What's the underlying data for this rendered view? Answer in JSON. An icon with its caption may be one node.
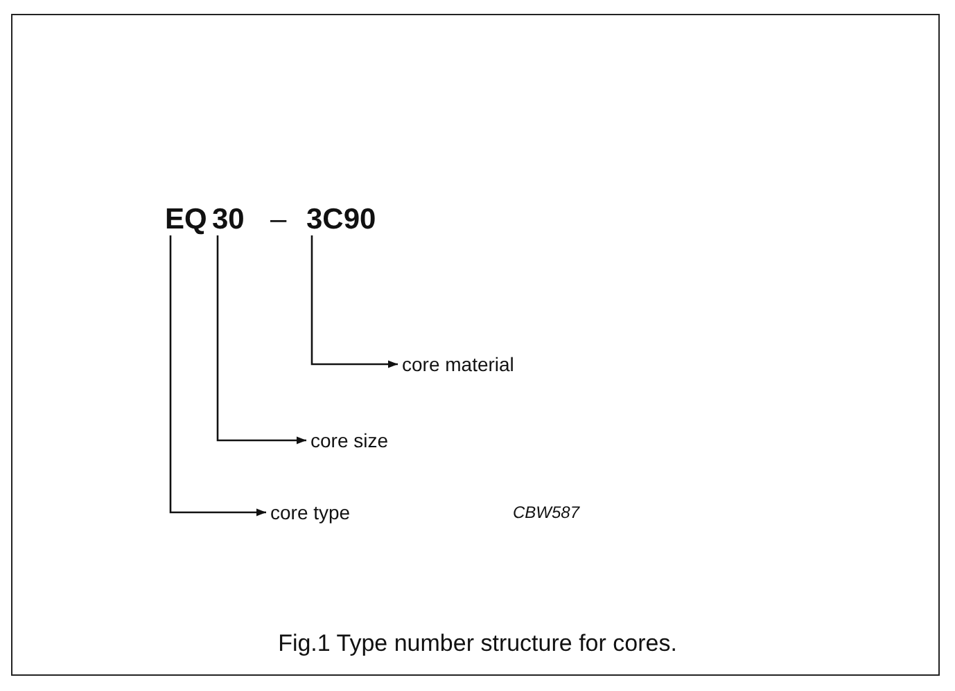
{
  "diagram": {
    "caption": "Fig.1 Type number structure for cores.",
    "nodes": [
      {
        "text": [
          "EQ"
        ]
      },
      {
        "text": [
          "30"
        ]
      },
      {
        "text": [
          "3C90"
        ]
      },
      {
        "text": [
          "core material"
        ]
      },
      {
        "text": [
          "core size"
        ]
      },
      {
        "text": [
          "core type"
        ]
      }
    ],
    "edges": [
      {
        "from": 2,
        "to": 3,
        "arrow": "to"
      },
      {
        "from": 1,
        "to": 4,
        "arrow": "to"
      },
      {
        "from": 0,
        "to": 5,
        "arrow": "to"
      }
    ],
    "labels": [
      "–",
      "CBW587"
    ]
  }
}
